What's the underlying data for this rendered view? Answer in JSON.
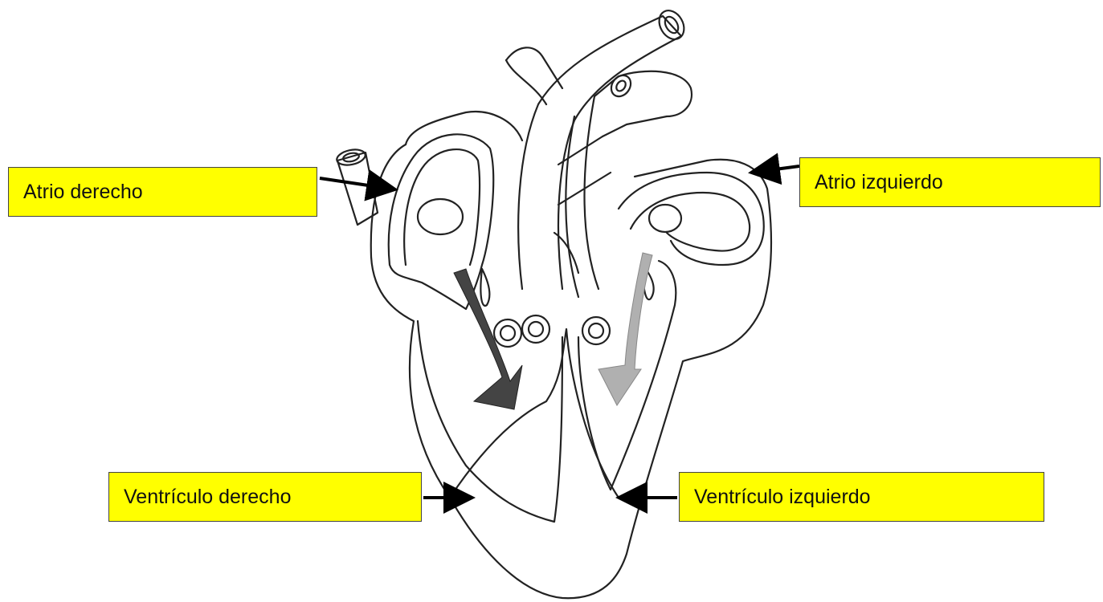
{
  "labels": {
    "atrio_derecho": "Atrio derecho",
    "atrio_izquierdo": "Atrio izquierdo",
    "ventriculo_derecho": "Ventrículo derecho",
    "ventriculo_izquierdo": "Ventrículo izquierdo"
  },
  "colors": {
    "label_background": "#ffff00",
    "outline": "#222222",
    "flow_arrow_right": "#444444",
    "flow_arrow_left": "#aaaaaa"
  }
}
